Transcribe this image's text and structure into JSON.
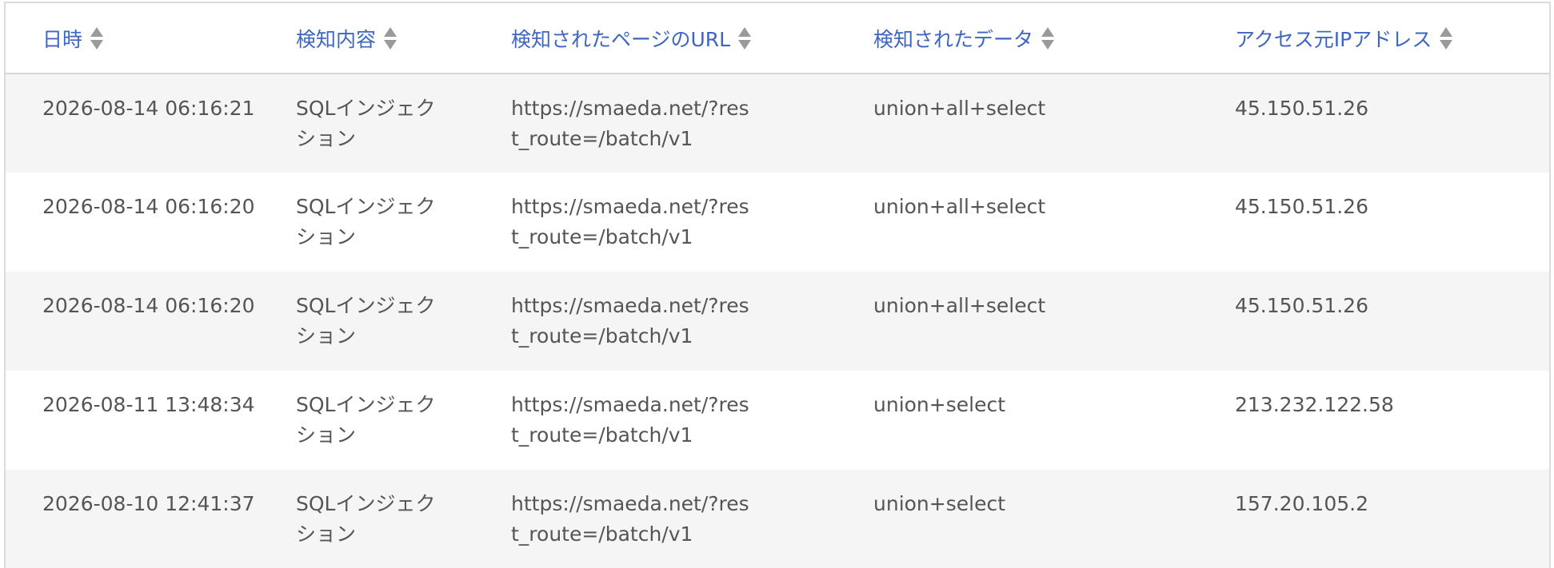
{
  "table": {
    "headers": [
      {
        "label": "日時"
      },
      {
        "label": "検知内容"
      },
      {
        "label": "検知されたページのURL"
      },
      {
        "label": "検知されたデータ"
      },
      {
        "label": "アクセス元IPアドレス"
      }
    ],
    "rows": [
      {
        "datetime": "2026-08-14 06:16:21",
        "type": "SQLインジェクション",
        "url": "https://smaeda.net/?rest_route=/batch/v1",
        "data": "union+all+select",
        "ip": "45.150.51.26"
      },
      {
        "datetime": "2026-08-14 06:16:20",
        "type": "SQLインジェクション",
        "url": "https://smaeda.net/?rest_route=/batch/v1",
        "data": "union+all+select",
        "ip": "45.150.51.26"
      },
      {
        "datetime": "2026-08-14 06:16:20",
        "type": "SQLインジェクション",
        "url": "https://smaeda.net/?rest_route=/batch/v1",
        "data": "union+all+select",
        "ip": "45.150.51.26"
      },
      {
        "datetime": "2026-08-11 13:48:34",
        "type": "SQLインジェクション",
        "url": "https://smaeda.net/?rest_route=/batch/v1",
        "data": "union+select",
        "ip": "213.232.122.58"
      },
      {
        "datetime": "2026-08-10 12:41:37",
        "type": "SQLインジェクション",
        "url": "https://smaeda.net/?rest_route=/batch/v1",
        "data": "union+select",
        "ip": "157.20.105.2"
      }
    ]
  },
  "colors": {
    "header_text": "#3d66c4",
    "body_text": "#555555",
    "row_alt": "#f5f5f5",
    "sort_icon": "#9a9a9a"
  },
  "icons": {
    "sort": "sort-icon"
  }
}
